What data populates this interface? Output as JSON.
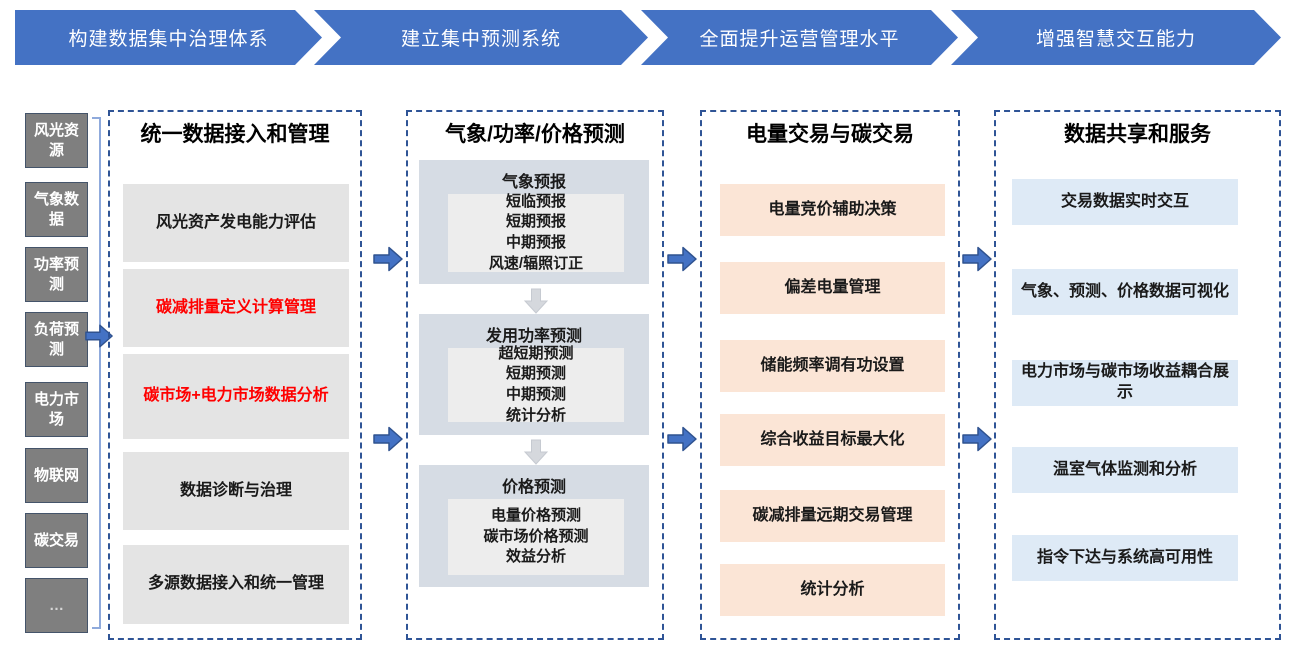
{
  "colors": {
    "banner_blue": "#4472C4",
    "flow_arrow_fill": "#4472C4",
    "flow_arrow_outline": "#2F528F",
    "dashed_border_blue": "#2F5496",
    "sidebar_box_gray": "#7F7F7F",
    "bracket_blue": "#8FAADC",
    "col1_box_gray": "#E4E4E4",
    "col2_group_blue_gray": "#D6DCE4",
    "col2_inner_gray": "#EDEDED",
    "down_arrow_gray": "#D5D8DD",
    "col3_box_peach": "#FBE5D6",
    "col4_box_blue": "#DEEAF6",
    "highlight_red": "#FF0000"
  },
  "banners": [
    "构建数据集中治理体系",
    "建立集中预测系统",
    "全面提升运营管理水平",
    "增强智慧交互能力"
  ],
  "sidebar": [
    "风光资源",
    "气象数据",
    "功率预测",
    "负荷预测",
    "电力市场",
    "物联网",
    "碳交易",
    "…"
  ],
  "columns": [
    {
      "title": "统一数据接入和管理",
      "items": [
        {
          "label": "风光资产发电能力评估",
          "highlight": false
        },
        {
          "label": "碳减排量定义计算管理",
          "highlight": true
        },
        {
          "label": "碳市场+电力市场数据分析",
          "highlight": true
        },
        {
          "label": "数据诊断与治理",
          "highlight": false
        },
        {
          "label": "多源数据接入和统一管理",
          "highlight": false
        }
      ]
    },
    {
      "title": "气象/功率/价格预测",
      "groups": [
        {
          "header": "气象预报",
          "lines": [
            "短临预报",
            "短期预报",
            "中期预报",
            "风速/辐照订正"
          ]
        },
        {
          "header": "发用功率预测",
          "lines": [
            "超短期预测",
            "短期预测",
            "中期预测",
            "统计分析"
          ]
        },
        {
          "header": "价格预测",
          "lines": [
            "电量价格预测",
            "碳市场价格预测",
            "效益分析"
          ]
        }
      ]
    },
    {
      "title": "电量交易与碳交易",
      "items": [
        "电量竞价辅助决策",
        "偏差电量管理",
        "储能频率调有功设置",
        "综合收益目标最大化",
        "碳减排量远期交易管理",
        "统计分析"
      ]
    },
    {
      "title": "数据共享和服务",
      "items": [
        "交易数据实时交互",
        "气象、预测、价格数据可视化",
        "电力市场与碳市场收益耦合展示",
        "温室气体监测和分析",
        "指令下达与系统高可用性"
      ]
    }
  ]
}
